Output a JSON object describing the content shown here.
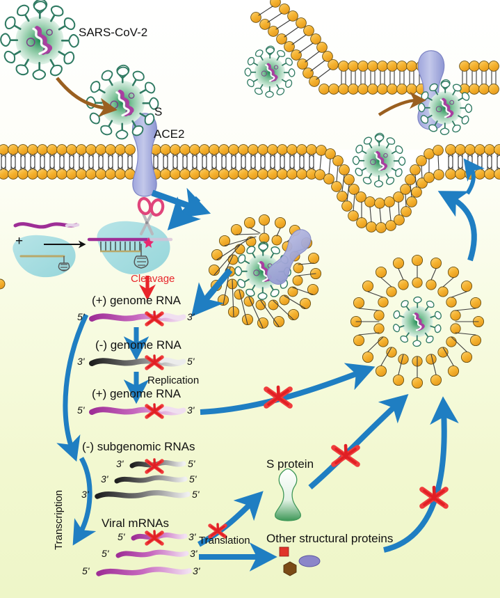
{
  "figure": {
    "title": "SARS-CoV-2 replication cycle with CRISPR-Cas13 RNA cleavage",
    "background_top": "#ffffff",
    "background_bottom": "#eef6c8"
  },
  "palette": {
    "virus_body": "#3f9a6e",
    "virus_spike": "#2f7a62",
    "virus_rna": "#a93fa0",
    "lipid_head": "#f5b841",
    "lipid_head_edge": "#4a4a4a",
    "ace2": "#a9aede",
    "arrow_blue": "#1f7ec2",
    "arrow_brown": "#9a5f20",
    "cleavage_red": "#e8262b",
    "cas_blob": "#a5dde0",
    "scissors_pink": "#e0457b",
    "rna_plus": "#a93fa0",
    "rna_minus": "#3c3c3c",
    "s_protein": "#2f8f4e"
  },
  "labels": {
    "sars_cov_2": "SARS-CoV-2",
    "spike": "S",
    "ace2": "ACE2",
    "cleavage": "Cleavage",
    "plus_genome_rna_1": "(+) genome RNA",
    "minus_genome_rna": "(-) genome RNA",
    "replication": "Replication",
    "plus_genome_rna_2": "(+) genome RNA",
    "minus_subgenomic_rnas": "(-) subgenomic RNAs",
    "viral_mrnas": "Viral mRNAs",
    "transcription": "Transcription",
    "translation": "Translation",
    "s_protein": "S protein",
    "other_structural_proteins": "Other structural proteins",
    "plus_sign": "+"
  },
  "strand_ends": {
    "five_prime": "5'",
    "three_prime": "3'"
  },
  "rna_strands": [
    {
      "name": "plus-genome-rna-1",
      "left_end": "5'",
      "right_end": "3'",
      "polarity": "+",
      "has_cleavage_x": true
    },
    {
      "name": "minus-genome-rna",
      "left_end": "3'",
      "right_end": "5'",
      "polarity": "-",
      "has_cleavage_x": true
    },
    {
      "name": "plus-genome-rna-2",
      "left_end": "5'",
      "right_end": "3'",
      "polarity": "+",
      "has_cleavage_x": true
    },
    {
      "name": "minus-subgenomic-rna-1",
      "left_end": "3'",
      "right_end": "5'",
      "polarity": "-",
      "has_cleavage_x": true
    },
    {
      "name": "minus-subgenomic-rna-2",
      "left_end": "3'",
      "right_end": "5'",
      "polarity": "-",
      "has_cleavage_x": false
    },
    {
      "name": "minus-subgenomic-rna-3",
      "left_end": "3'",
      "right_end": "5'",
      "polarity": "-",
      "has_cleavage_x": false
    },
    {
      "name": "viral-mrna-1",
      "left_end": "5'",
      "right_end": "3'",
      "polarity": "+",
      "has_cleavage_x": true
    },
    {
      "name": "viral-mrna-2",
      "left_end": "5'",
      "right_end": "3'",
      "polarity": "+",
      "has_cleavage_x": false
    },
    {
      "name": "viral-mrna-3",
      "left_end": "5'",
      "right_end": "3'",
      "polarity": "+",
      "has_cleavage_x": false
    }
  ],
  "structures": {
    "virus_free_topleft": "virion",
    "virus_bound_ace2": "virion",
    "virus_midtop": "virion",
    "virus_in_pit": "virion",
    "virus_released": "virion",
    "endosome_fusing": "endosome",
    "exocytic_vesicle": "vesicle",
    "cas13_complex": "cas13-grna-target-complex"
  }
}
